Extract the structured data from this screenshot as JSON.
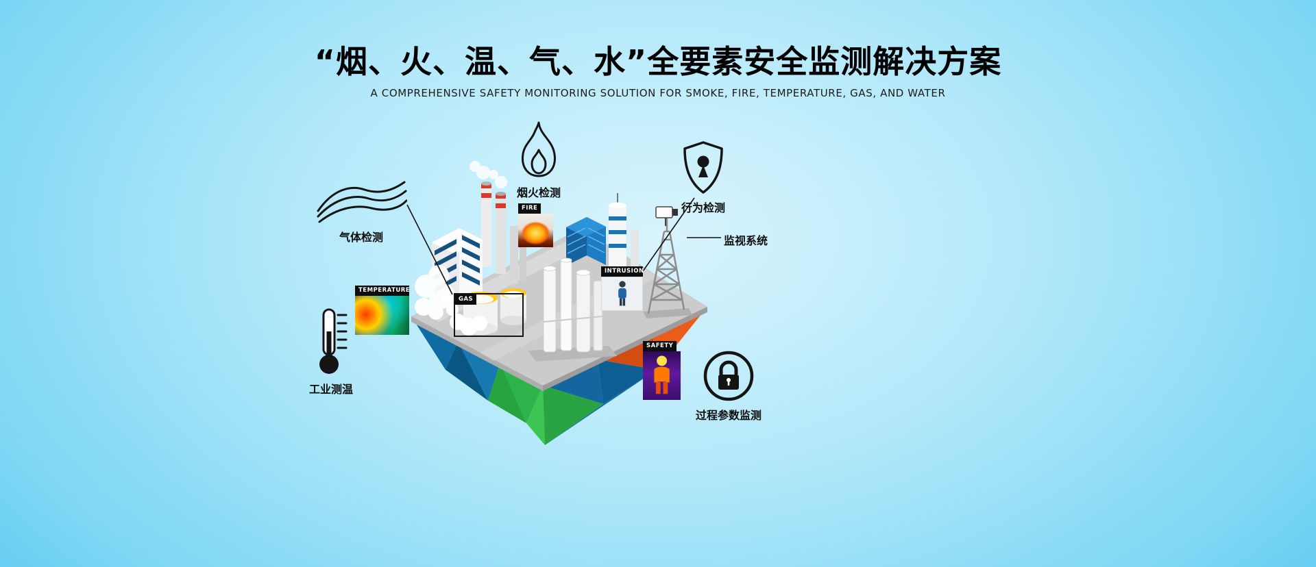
{
  "page": {
    "title": "“烟、火、温、气、水”全要素安全监测解决方案",
    "subtitle": "A COMPREHENSIVE SAFETY MONITORING SOLUTION FOR SMOKE, FIRE, TEMPERATURE, GAS, AND WATER"
  },
  "callouts": {
    "gas_detection": {
      "label": "气体检测",
      "icon": "gas-waves-icon"
    },
    "smoke_fire_detection": {
      "label": "烟火检测",
      "icon": "flame-outline-icon"
    },
    "behavior_detection": {
      "label": "行为检测",
      "icon": "shield-keyhole-icon"
    },
    "surveillance_system": {
      "label": "监视系统",
      "icon": "cctv-camera-icon"
    },
    "industrial_temperature": {
      "label": "工业测温",
      "icon": "thermometer-icon"
    },
    "process_parameter_monitoring": {
      "label": "过程参数监测",
      "icon": "padlock-circle-icon"
    }
  },
  "scene_tags": {
    "fire": "FIRE",
    "temperature": "TEMPERATURE",
    "gas": "GAS",
    "intrusion": "INTRUSION",
    "safety": "SAFETY"
  },
  "colors": {
    "background_edge": "#47c1ed",
    "background_center": "#d9f4fd",
    "platform_gray": "#cbcbcb",
    "facet_teal": "#0a5784",
    "facet_blue": "#1878b0",
    "facet_green": "#2eb24a",
    "facet_orange": "#ea5c1a",
    "tag_black": "#0d0d0d",
    "accent_blue": "#1b75b5",
    "chimney_red": "#d93a2b",
    "tank_yellow": "#ffc91f"
  }
}
